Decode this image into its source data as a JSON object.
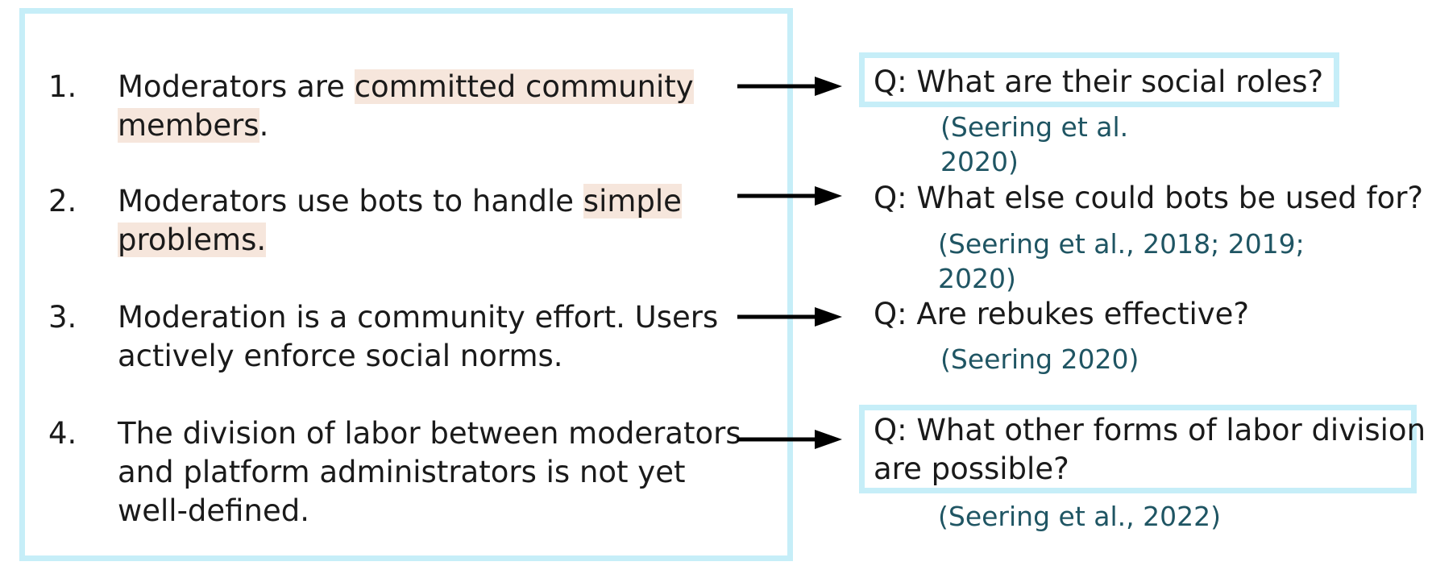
{
  "items": [
    {
      "number": "1.",
      "line1_plain": "Moderators are ",
      "line1_highlight": "committed community",
      "line2_highlight": "members",
      "line2_plain": "."
    },
    {
      "number": "2.",
      "line1_plain": "Moderators use bots to handle ",
      "line1_highlight": "simple",
      "line2_highlight": "problems."
    },
    {
      "number": "3.",
      "line1": "Moderation is a community effort. Users",
      "line2": "actively enforce social norms."
    },
    {
      "number": "4.",
      "line1": "The division of labor between moderators",
      "line2": "and platform administrators is not yet",
      "line3": "well-defined."
    }
  ],
  "questions": [
    {
      "line1": "Q: What are their social roles?"
    },
    {
      "line1": "Q: What else could bots be used for?"
    },
    {
      "line1": "Q: Are rebukes effective?"
    },
    {
      "line1": "Q: What other forms of labor division",
      "line2": "are possible?"
    }
  ],
  "citations": [
    {
      "line1": "(Seering et al.",
      "line2": "2020)"
    },
    {
      "line1": "(Seering et al., 2018; 2019;",
      "line2": "2020)"
    },
    {
      "line1": "(Seering 2020)"
    },
    {
      "line1": "(Seering et al., 2022)"
    }
  ],
  "colors": {
    "box_border": "#c6eef8",
    "highlight": "#f6e6dc",
    "citation_text": "#1f5563",
    "arrow": "#000000"
  }
}
